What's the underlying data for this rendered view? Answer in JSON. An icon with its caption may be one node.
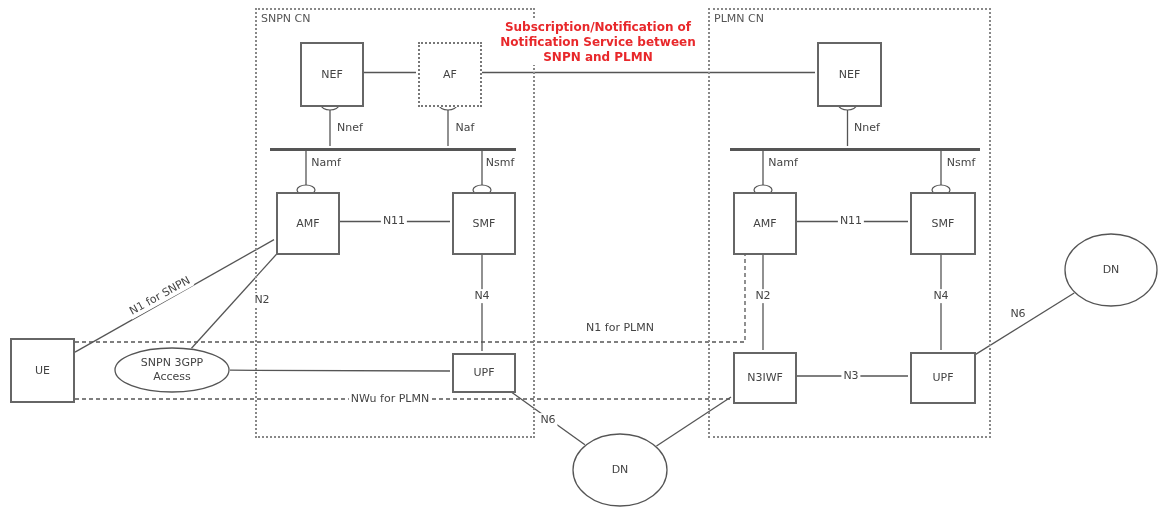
{
  "diagram": {
    "nodes": [
      {
        "text": [
          "SNPN CN"
        ]
      },
      {
        "text": [
          "NEF"
        ],
        "in": 0
      },
      {
        "text": [
          "AF"
        ],
        "in": 0
      },
      {
        "text": [],
        "shape": "bar",
        "in": 0
      },
      {
        "text": [
          "AMF"
        ],
        "in": 0
      },
      {
        "text": [
          "SMF"
        ],
        "in": 0
      },
      {
        "text": [
          "UPF"
        ],
        "in": 0
      },
      {
        "text": [
          "PLMN CN"
        ]
      },
      {
        "text": [
          "NEF"
        ],
        "in": 7
      },
      {
        "text": [],
        "shape": "bar",
        "in": 7
      },
      {
        "text": [
          "AMF"
        ],
        "in": 7
      },
      {
        "text": [
          "SMF"
        ],
        "in": 7
      },
      {
        "text": [
          "N3IWF"
        ],
        "in": 7
      },
      {
        "text": [
          "UPF"
        ],
        "in": 7
      },
      {
        "text": [
          "DN"
        ]
      },
      {
        "text": [
          "UE"
        ]
      },
      {
        "text": [
          "SNPN 3GPP Access"
        ]
      },
      {
        "text": [
          "DN"
        ]
      }
    ],
    "edges": [
      {
        "from": 1,
        "to": 2,
        "arrow": "none"
      },
      {
        "from": 2,
        "to": 8,
        "arrow": "none",
        "label": "Subscription/Notification of Notification Service between SNPN and PLMN"
      },
      {
        "from": 1,
        "to": 3,
        "arrow": "other",
        "label": "Nnef"
      },
      {
        "from": 2,
        "to": 3,
        "arrow": "other",
        "label": "Naf"
      },
      {
        "from": 4,
        "to": 3,
        "arrow": "other",
        "label": "Namf"
      },
      {
        "from": 5,
        "to": 3,
        "arrow": "other",
        "label": "Nsmf"
      },
      {
        "from": 4,
        "to": 5,
        "arrow": "none",
        "label": "N11"
      },
      {
        "from": 5,
        "to": 6,
        "arrow": "none",
        "label": "N4"
      },
      {
        "from": 8,
        "to": 9,
        "arrow": "other",
        "label": "Nnef"
      },
      {
        "from": 10,
        "to": 9,
        "arrow": "other",
        "label": "Namf"
      },
      {
        "from": 11,
        "to": 9,
        "arrow": "other",
        "label": "Nsmf"
      },
      {
        "from": 10,
        "to": 11,
        "arrow": "none",
        "label": "N11"
      },
      {
        "from": 10,
        "to": 12,
        "arrow": "none",
        "label": "N2"
      },
      {
        "from": 11,
        "to": 13,
        "arrow": "none",
        "label": "N4"
      },
      {
        "from": 12,
        "to": 13,
        "arrow": "none",
        "label": "N3"
      },
      {
        "from": 13,
        "to": 14,
        "arrow": "none",
        "label": "N6"
      },
      {
        "from": 15,
        "to": 4,
        "arrow": "none",
        "label": "N1 for SNPN"
      },
      {
        "from": 16,
        "to": 4,
        "arrow": "none",
        "label": "N2"
      },
      {
        "from": 16,
        "to": 6,
        "arrow": "none"
      },
      {
        "from": 15,
        "to": 10,
        "arrow": "none",
        "label": "N1 for PLMN",
        "style": "dashed"
      },
      {
        "from": 15,
        "to": 12,
        "arrow": "none",
        "label": "NWu for PLMN",
        "style": "dashed"
      },
      {
        "from": 6,
        "to": 17,
        "arrow": "none",
        "label": "N6"
      },
      {
        "from": 17,
        "to": 12,
        "arrow": "none"
      }
    ]
  }
}
